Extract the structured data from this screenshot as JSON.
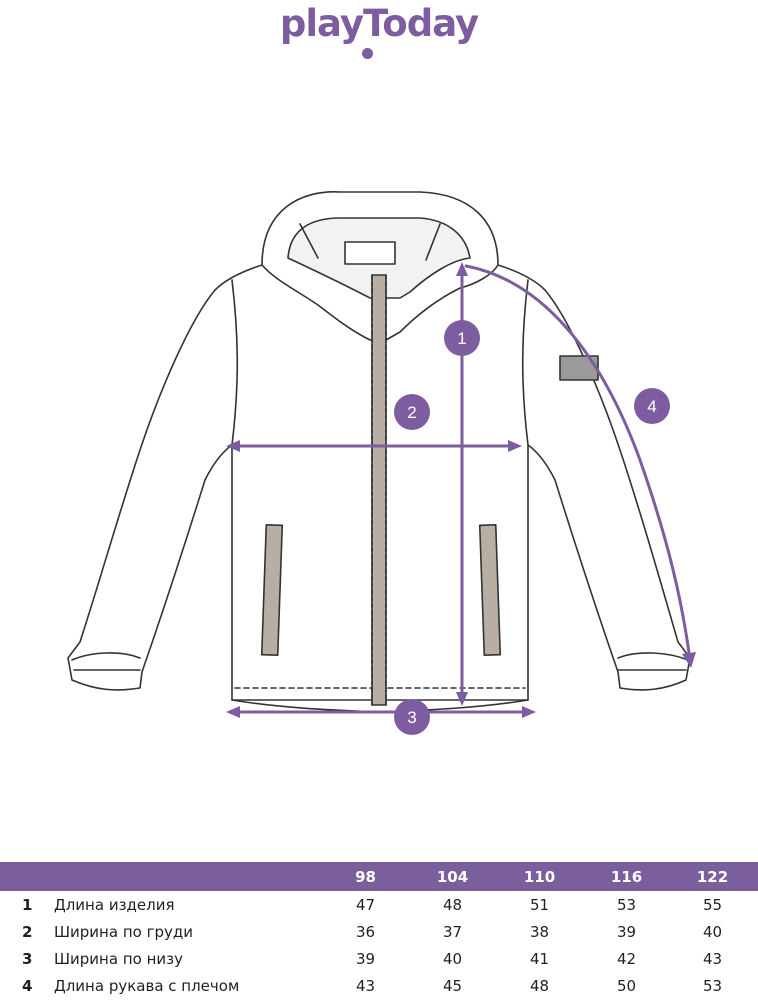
{
  "brand": {
    "name": "playToday",
    "color": "#7d5ca0"
  },
  "badges": [
    "1",
    "2",
    "3",
    "4"
  ],
  "table": {
    "header_color": "#7b5e9c",
    "sizes": [
      "98",
      "104",
      "110",
      "116",
      "122"
    ],
    "rows": [
      {
        "num": "1",
        "label": "Длина изделия",
        "values": [
          "47",
          "48",
          "51",
          "53",
          "55"
        ]
      },
      {
        "num": "2",
        "label": "Ширина по груди",
        "values": [
          "36",
          "37",
          "38",
          "39",
          "40"
        ]
      },
      {
        "num": "3",
        "label": "Ширина по низу",
        "values": [
          "39",
          "40",
          "41",
          "42",
          "43"
        ]
      },
      {
        "num": "4",
        "label": "Длина рукава с плечом",
        "values": [
          "43",
          "45",
          "48",
          "50",
          "53"
        ]
      }
    ]
  }
}
